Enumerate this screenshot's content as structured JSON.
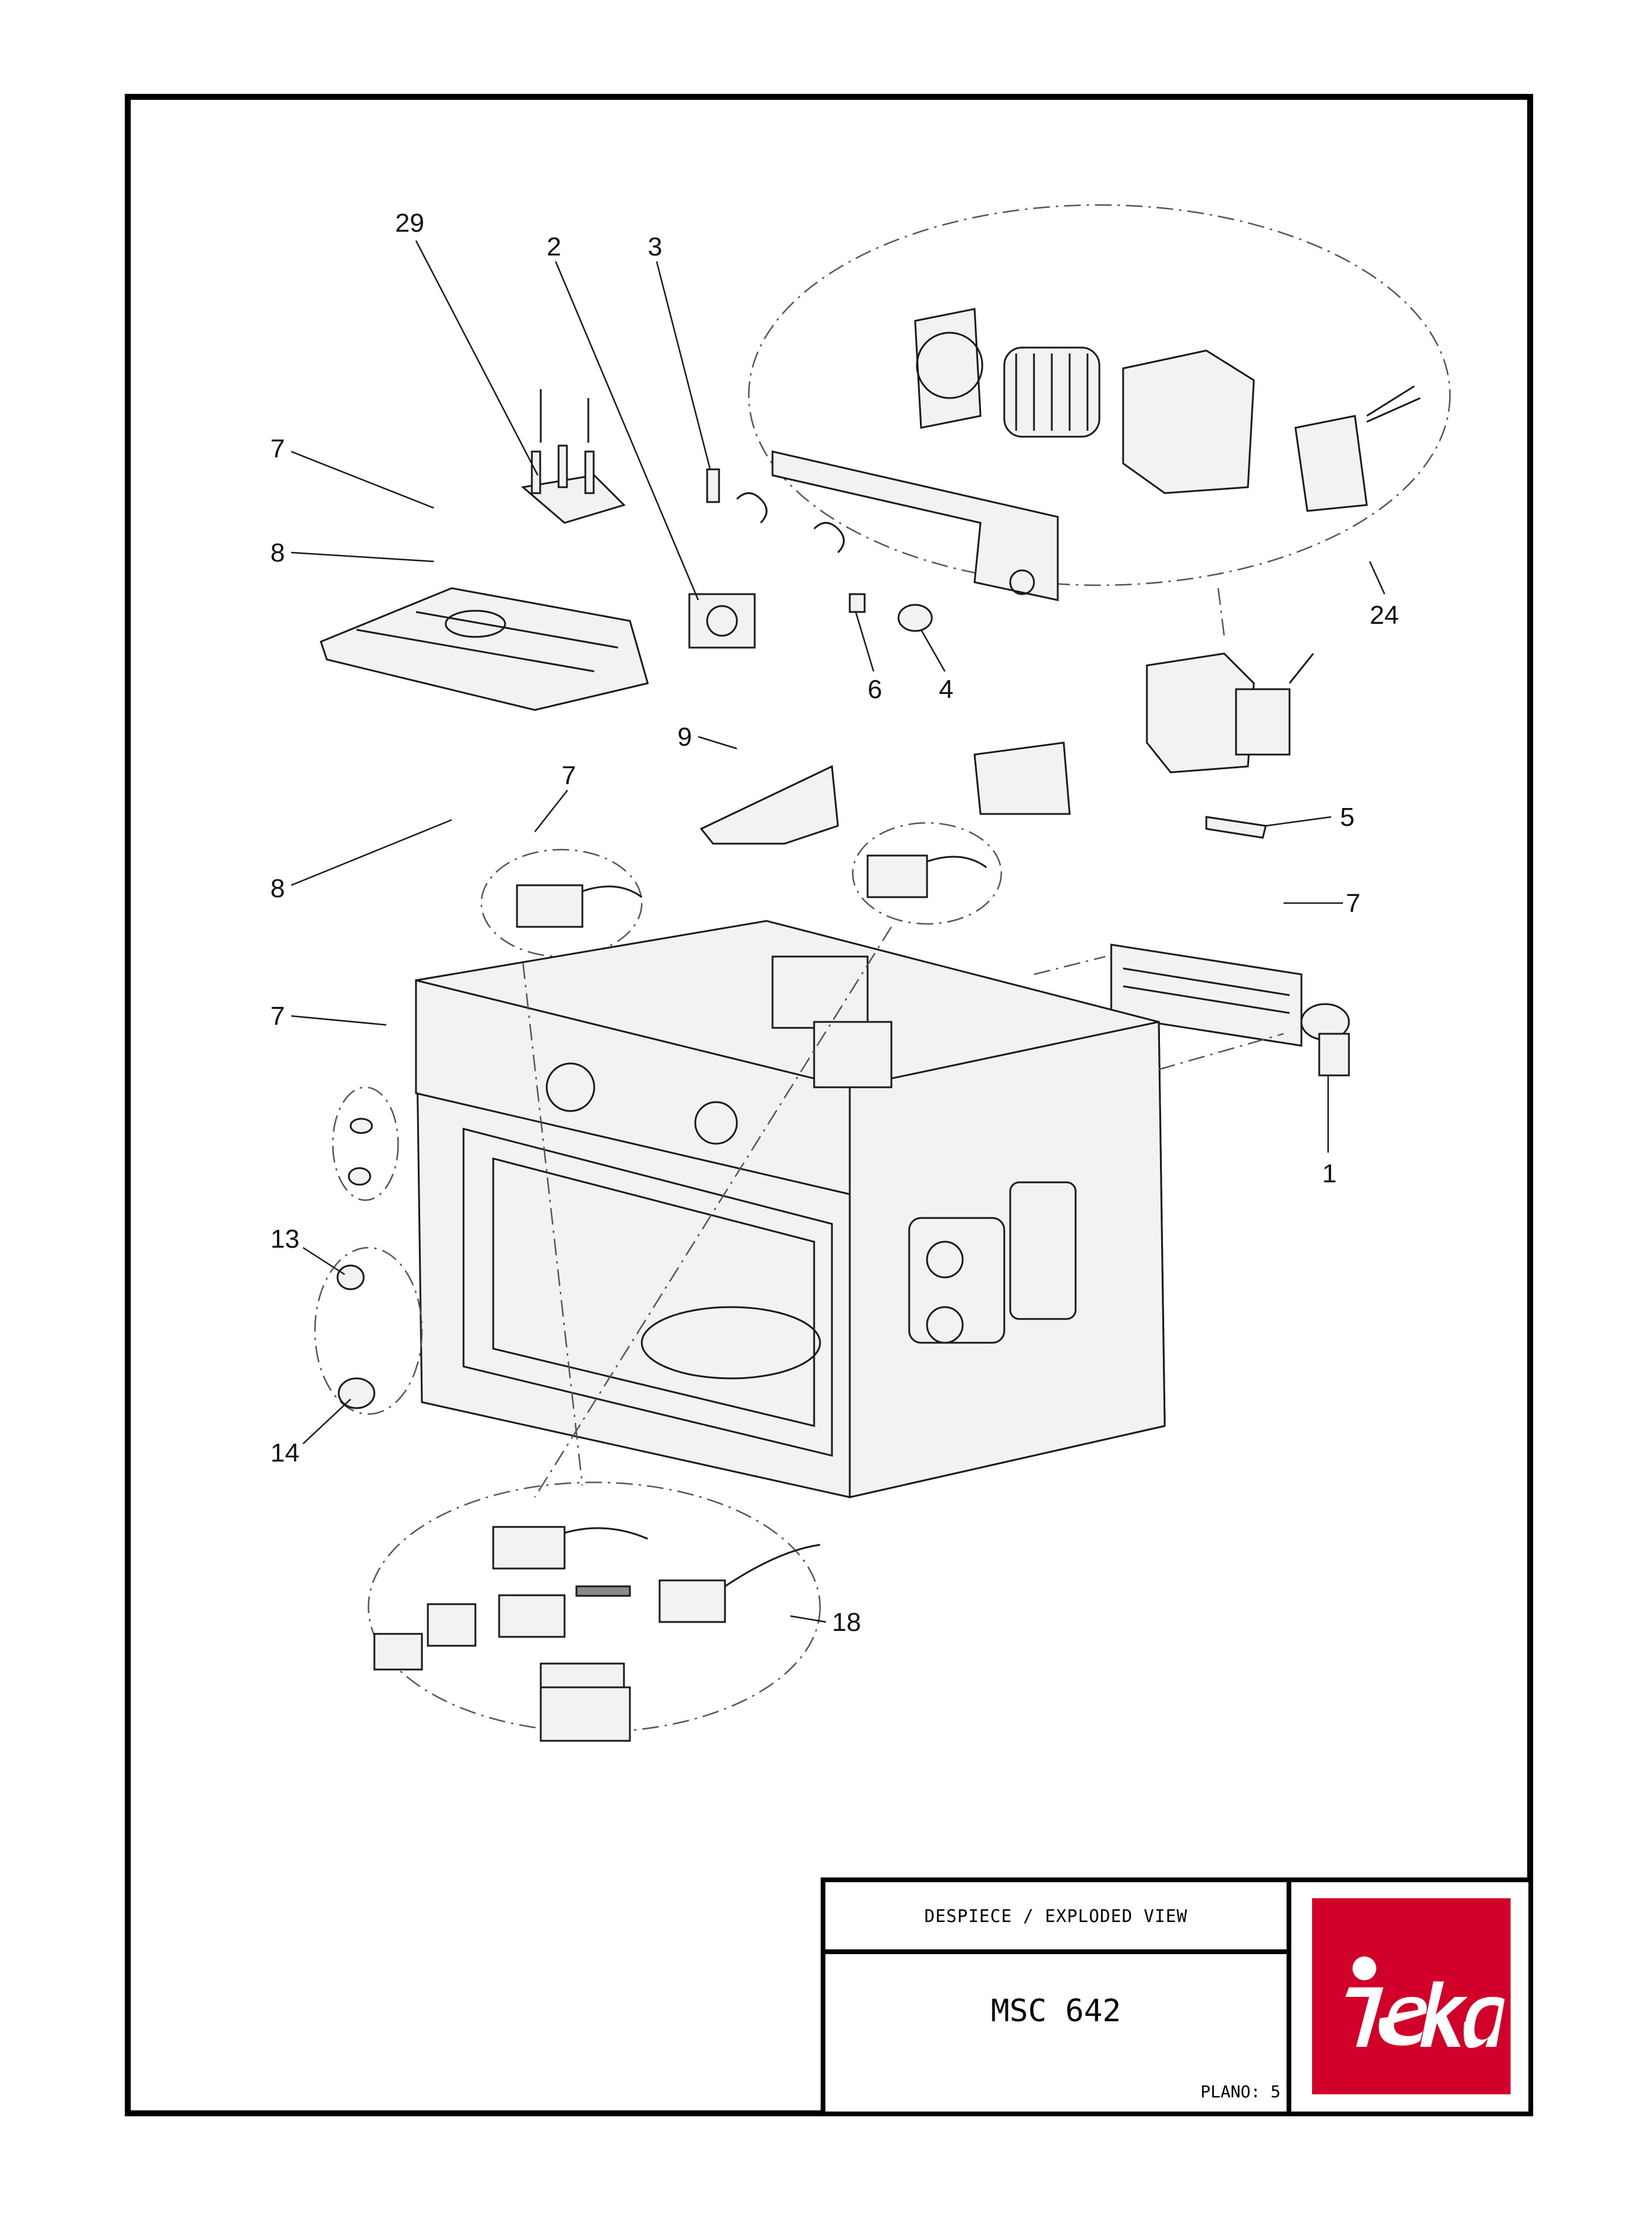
{
  "title_block": {
    "heading": "DESPIECE / EXPLODED VIEW",
    "model": "MSC 642",
    "plano_label": "PLANO: 5"
  },
  "brand": {
    "name": "teka",
    "color": "#d0002b"
  },
  "callouts": {
    "c29": "29",
    "c2": "2",
    "c3": "3",
    "c7a": "7",
    "c8a": "8",
    "c24": "24",
    "c6": "6",
    "c4": "4",
    "c9": "9",
    "c7b": "7",
    "c5": "5",
    "c8b": "8",
    "c7c": "7",
    "c7d": "7",
    "c1": "1",
    "c13": "13",
    "c14": "14",
    "c18": "18"
  },
  "colors": {
    "line": "#1a1a1a",
    "part_fill": "#f2f2f2",
    "dash": "#555555"
  }
}
